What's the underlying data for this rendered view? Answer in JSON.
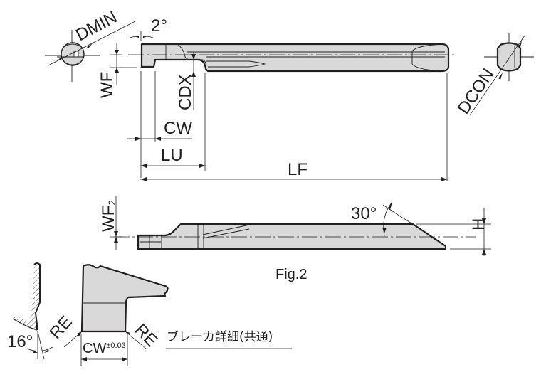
{
  "figure": {
    "caption": "Fig.2",
    "labels": {
      "dmin": "DMIN",
      "angle_top": "2°",
      "wf": "WF",
      "cdx": "CDX",
      "cw": "CW",
      "lu": "LU",
      "lf": "LF",
      "dcon": "DCON",
      "wf2_main": "WF",
      "wf2_sub": "2",
      "angle_side": "30°",
      "h": "H",
      "angle_detail": "16°",
      "re_left": "RE",
      "re_right": "RE",
      "cw_detail": "CW",
      "cw_tolerance": "±0.03",
      "breaker_note": "ブレーカ詳細(共通)"
    },
    "colors": {
      "body_fill": "#d9d9d9",
      "line": "#231f20",
      "background": "#ffffff"
    }
  }
}
